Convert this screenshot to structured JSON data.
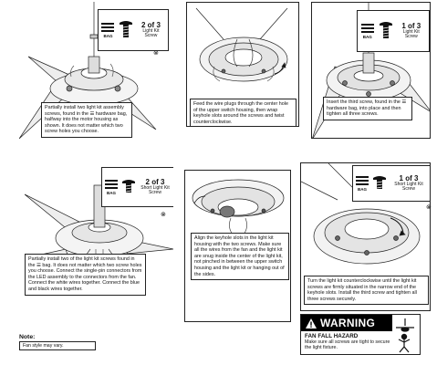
{
  "steps": [
    {
      "caption": "Partially install two light kit assembly screws, found in the ☰ hardware bag, halfway into the motor housing as shown. It does not matter which two screw holes you choose.",
      "callout": {
        "bag": "BAG",
        "count": "2 of 3",
        "label": "Light Kit Screw"
      }
    },
    {
      "caption": "Feed the wire plugs through the center hole of the upper switch housing, then wrap keyhole slots around the screws and twist counterclockwise."
    },
    {
      "caption": "Insert the third screw, found in the ☰ hardware bag, into place and then tighten all three screws.",
      "callout": {
        "bag": "BAG",
        "count": "1 of 3",
        "label": "Light Kit Screw"
      }
    },
    {
      "caption": "Partially install two of the light kit screws found in the ☰ bag. It does not matter which two screw holes you choose. Connect the single-pin connectors from the LED assembly to the connectors from the fan. Connect the white wires together. Connect the blue and black wires together.",
      "callout": {
        "bag": "BAG",
        "count": "2 of 3",
        "label": "Short Light Kit Screw"
      }
    },
    {
      "caption": "Align the keyhole slots in the light kit housing with the two screws. Make sure all the wires from the fan and the light kit are snug inside the center of the light kit, not pinched in between the upper switch housing and the light kit or hanging out of the sides."
    },
    {
      "caption": "Turn the light kit counterclockwise until the light kit screws are firmly situated in the narrow end of the keyhole slots. Install the third screw and tighten all three screws securely.",
      "callout": {
        "bag": "BAG",
        "count": "1 of 3",
        "label": "Short Light Kit Screw"
      }
    }
  ],
  "note": {
    "title": "Note:",
    "text": "Fan style may vary."
  },
  "warning": {
    "title": "WARNING",
    "hazard": "FAN FALL HAZARD",
    "text": "Make sure all screws are tight to secure the light fixture."
  },
  "icons": [
    "screw-icon",
    "hardware-bag-icon",
    "reference-target-icon",
    "warning-triangle-icon",
    "falling-fan-icon"
  ]
}
